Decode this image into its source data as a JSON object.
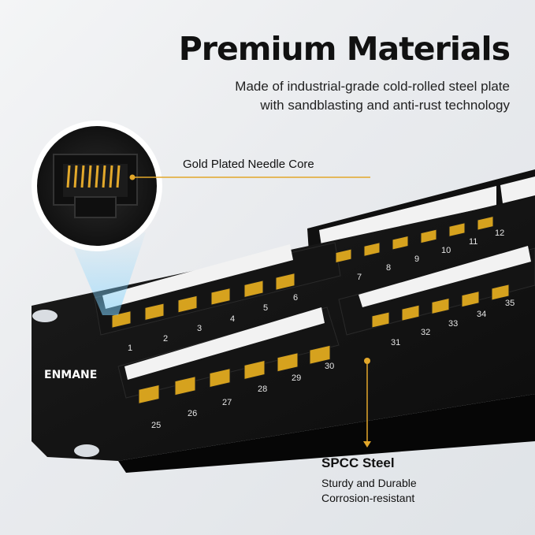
{
  "headline": "Premium Materials",
  "subline": [
    "Made of industrial-grade cold-rolled steel plate",
    "with sandblasting and anti-rust technology"
  ],
  "callout": {
    "label": "Gold Plated Needle Core"
  },
  "brand": "ENMANE",
  "spcc": {
    "title": "SPCC Steel",
    "lines": [
      "Sturdy and Durable",
      "Corrosion-resistant"
    ]
  },
  "port_numbers": {
    "row_front_top": [
      "1",
      "2",
      "3",
      "4",
      "5",
      "6"
    ],
    "row_back_top": [
      "7",
      "8",
      "9",
      "10",
      "11",
      "12"
    ],
    "row_front_bottom": [
      "25",
      "26",
      "27",
      "28",
      "29",
      "30"
    ],
    "row_back_bottom": [
      "31",
      "32",
      "33",
      "34",
      "35"
    ]
  },
  "colors": {
    "panel": "#141414",
    "gold": "#d6a21e",
    "accent_line": "#e2a72a",
    "label_strip": "#f2f2f2"
  }
}
